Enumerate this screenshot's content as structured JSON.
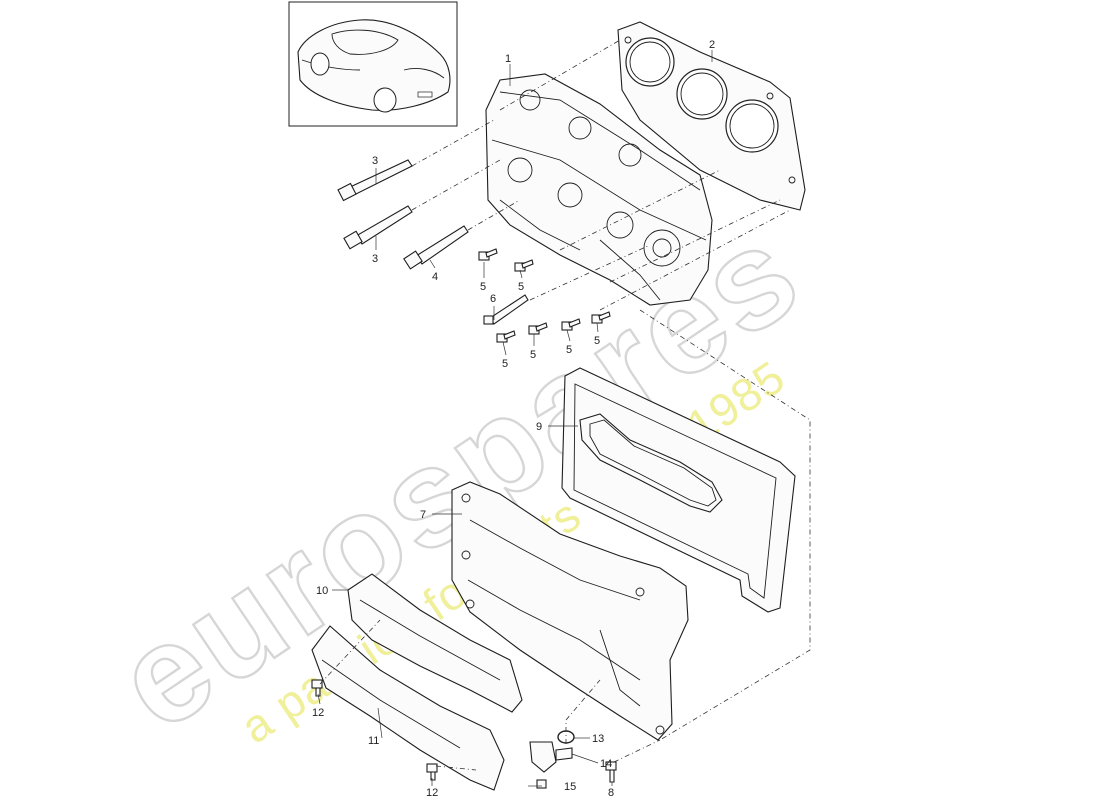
{
  "watermark": {
    "brand": "eurospares",
    "tagline": "a passion for parts since 1985"
  },
  "inset": {
    "icon": "car-coupe-illustration"
  },
  "callouts": [
    {
      "text": "1"
    },
    {
      "text": "2"
    },
    {
      "text": "3"
    },
    {
      "text": "3"
    },
    {
      "text": "4"
    },
    {
      "text": "5"
    },
    {
      "text": "5"
    },
    {
      "text": "6"
    },
    {
      "text": "5"
    },
    {
      "text": "5"
    },
    {
      "text": "5"
    },
    {
      "text": "5"
    },
    {
      "text": "9"
    },
    {
      "text": "7"
    },
    {
      "text": "10"
    },
    {
      "text": "12"
    },
    {
      "text": "11"
    },
    {
      "text": "13"
    },
    {
      "text": "14"
    },
    {
      "text": "15"
    },
    {
      "text": "12"
    },
    {
      "text": "8"
    }
  ]
}
